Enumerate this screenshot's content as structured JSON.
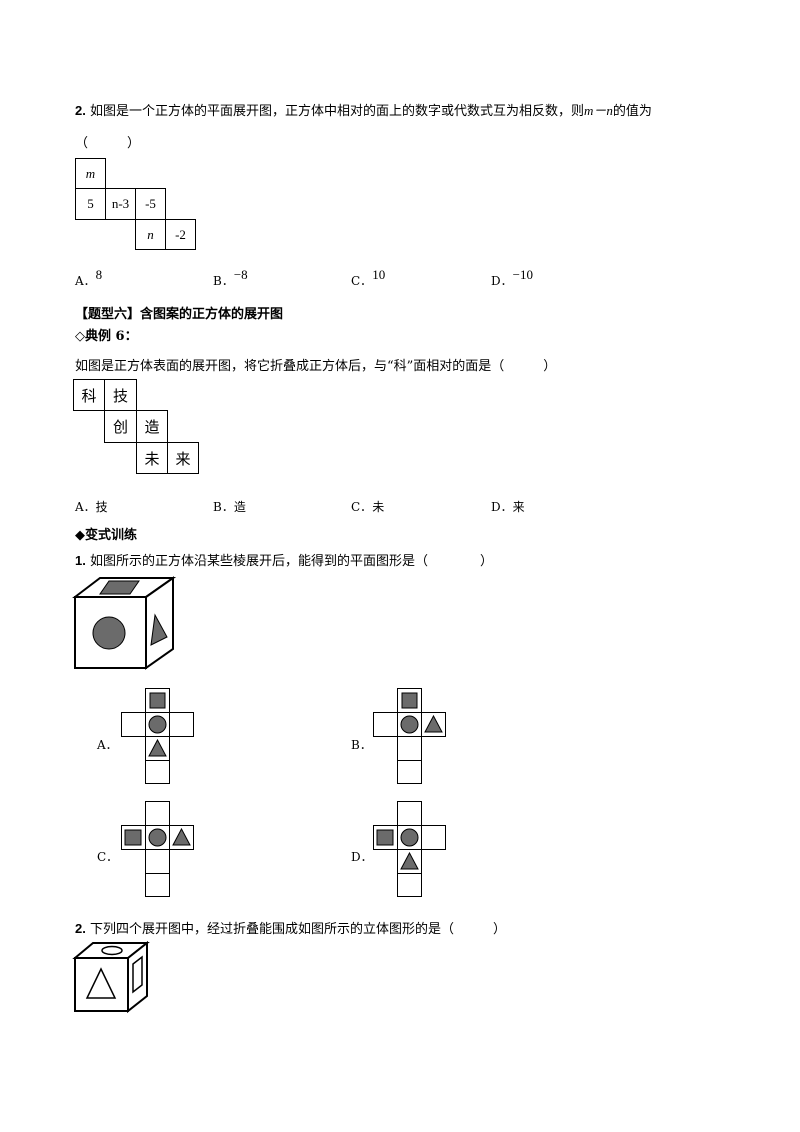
{
  "q2": {
    "number": "2.",
    "text_before": "如图是一个正方体的平面展开图，正方体中相对的面上的数字或代数式互为相反数，则",
    "expr": "m－n",
    "text_after": "的值为",
    "paren": "（　　　）",
    "net_cells": [
      "m",
      "5",
      "n-3",
      "-5",
      "n",
      "-2"
    ],
    "options": [
      {
        "label": "A．",
        "value": "8"
      },
      {
        "label": "B．",
        "value": "−8"
      },
      {
        "label": "C．",
        "value": "10"
      },
      {
        "label": "D．",
        "value": "−10"
      }
    ]
  },
  "section6": {
    "title": "【题型六】含图案的正方体的展开图",
    "example_label": "◇典例 6：",
    "question": "如图是正方体表面的展开图，将它折叠成正方体后，与“科”面相对的面是（　　　）",
    "net_cells": [
      "科",
      "技",
      "创",
      "造",
      "未",
      "来"
    ],
    "options": [
      {
        "label": "A．",
        "value": "技"
      },
      {
        "label": "B．",
        "value": "造"
      },
      {
        "label": "C．",
        "value": "未"
      },
      {
        "label": "D．",
        "value": "来"
      }
    ]
  },
  "variant": {
    "title": "◆变式训练",
    "q1_number": "1.",
    "q1_text": "如图所示的正方体沿某些棱展开后，能得到的平面图形是（　　　　）",
    "q1_options": [
      "A．",
      "B．",
      "C．",
      "D．"
    ],
    "q2_number": "2.",
    "q2_text": "下列四个展开图中，经过折叠能围成如图所示的立体图形的是（　　　）"
  },
  "colors": {
    "shape_fill": "#6b6b6b",
    "line": "#000000"
  }
}
